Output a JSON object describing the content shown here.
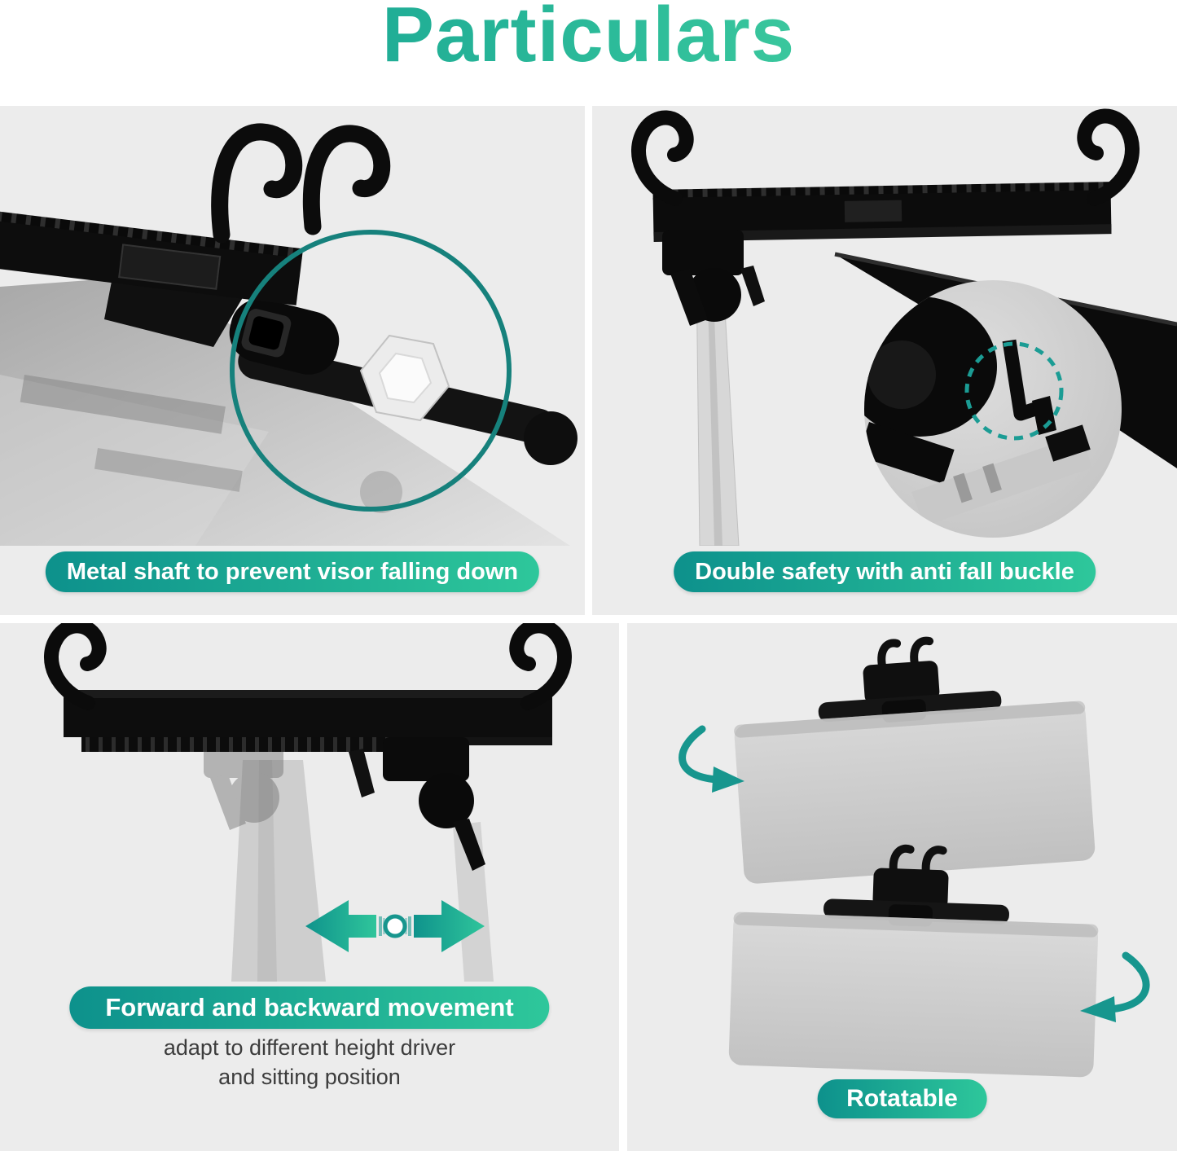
{
  "title": "Particulars",
  "accent": {
    "teal": "#0d918c",
    "green": "#2ec79b",
    "panel_bg": "#ececec",
    "subtext_color": "#3c3c3c"
  },
  "panels": [
    {
      "id": "metal-shaft",
      "caption": "Metal shaft to prevent visor falling down"
    },
    {
      "id": "anti-fall-buckle",
      "caption": "Double safety with anti fall buckle"
    },
    {
      "id": "movement",
      "caption": "Forward and backward movement",
      "subtext_line1": "adapt to different height driver",
      "subtext_line2": "and sitting position"
    },
    {
      "id": "rotatable",
      "caption": "Rotatable"
    }
  ]
}
